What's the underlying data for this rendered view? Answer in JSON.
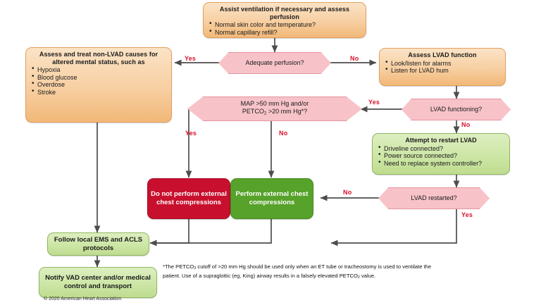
{
  "diagram": {
    "title": "LVAD cardiac arrest / perfusion assessment algorithm",
    "colors": {
      "orange_fill": "#f7cfa2",
      "orange_border": "#e2a060",
      "light_green_fill": "#cde6a6",
      "light_green_border": "#8fb860",
      "pink_fill": "#f7c3c9",
      "pink_border": "#e4949e",
      "solid_red": "#c8102e",
      "solid_green": "#57a22a",
      "label_red": "#d8112a",
      "connector": "#4d4d4d"
    },
    "nodes": {
      "assist_ventilation": {
        "type": "process",
        "title": "Assist ventilation if necessary and assess perfusion",
        "bullets": [
          "Normal skin color and temperature?",
          "Normal capillary refill?"
        ]
      },
      "assess_treat_non_lvad": {
        "type": "process",
        "title": "Assess and treat non-LVAD causes for altered mental status, such as",
        "bullets": [
          "Hypoxia",
          "Blood glucose",
          "Overdose",
          "Stroke"
        ]
      },
      "adequate_perfusion": {
        "type": "decision",
        "text": "Adequate perfusion?"
      },
      "assess_lvad_function": {
        "type": "process",
        "title": "Assess LVAD function",
        "bullets": [
          "Look/listen for alarms",
          "Listen for LVAD hum"
        ]
      },
      "map_petco2": {
        "type": "decision",
        "line1": "MAP >50 mm Hg and/or",
        "line2_pre": "PETCO",
        "line2_sub": "2",
        "line2_post": " >20 mm Hg*?"
      },
      "lvad_functioning": {
        "type": "decision",
        "text": "LVAD functioning?"
      },
      "attempt_restart_lvad": {
        "type": "process-green",
        "title": "Attempt to restart LVAD",
        "bullets": [
          "Driveline connected?",
          "Power source connected?",
          "Need to replace system controller?"
        ]
      },
      "do_not_perform_compressions": {
        "type": "terminal-red",
        "text": "Do not perform external chest compressions"
      },
      "perform_compressions": {
        "type": "terminal-green",
        "text": "Perform external chest compressions"
      },
      "lvad_restarted": {
        "type": "decision",
        "text": "LVAD restarted?"
      },
      "follow_local_ems": {
        "type": "process-green",
        "text": "Follow local EMS and ACLS protocols"
      },
      "notify_vad_center": {
        "type": "process-green",
        "text": "Notify VAD center and/or medical control and transport"
      }
    },
    "edge_labels": {
      "perfusion_yes": "Yes",
      "perfusion_no": "No",
      "lvad_functioning_yes": "Yes",
      "lvad_functioning_no": "No",
      "map_yes": "Yes",
      "map_no": "No",
      "lvad_restarted_no": "No",
      "lvad_restarted_yes": "Yes"
    },
    "footnote": {
      "pre": "*The PETCO",
      "sub1": "2",
      "mid": " cutoff of >20 mm Hg should be used only when an ET tube or tracheostomy is used to ventilate the patient. Use of a supraglottic (eg, King) airway results in a falsely elevated PETCO",
      "sub2": "2",
      "post": " value."
    },
    "copyright": "© 2020 American Heart Association"
  }
}
